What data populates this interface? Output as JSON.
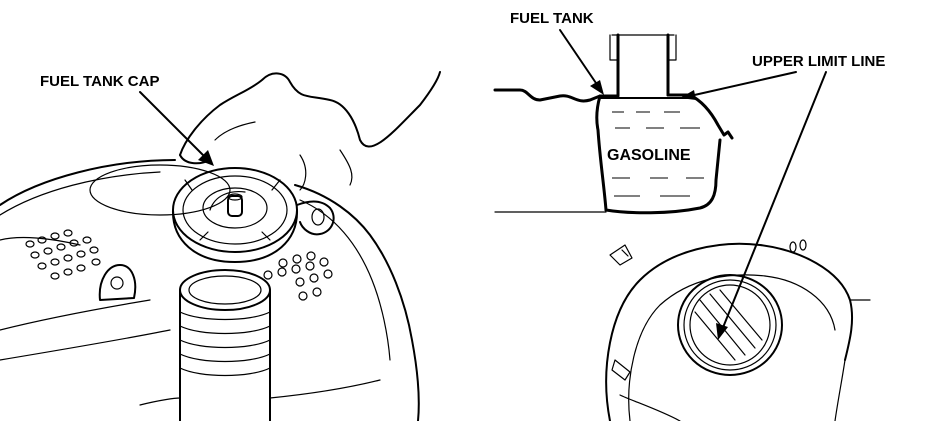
{
  "labels": {
    "fuel_tank_cap": "FUEL TANK CAP",
    "fuel_tank": "FUEL TANK",
    "upper_limit_line": "UPPER LIMIT LINE",
    "gasoline": "GASOLINE"
  },
  "icons": [
    "generator-top-illustration",
    "hand-icon",
    "fuel-cap-icon",
    "fuel-tank-section-diagram",
    "filler-neck-illustration"
  ]
}
